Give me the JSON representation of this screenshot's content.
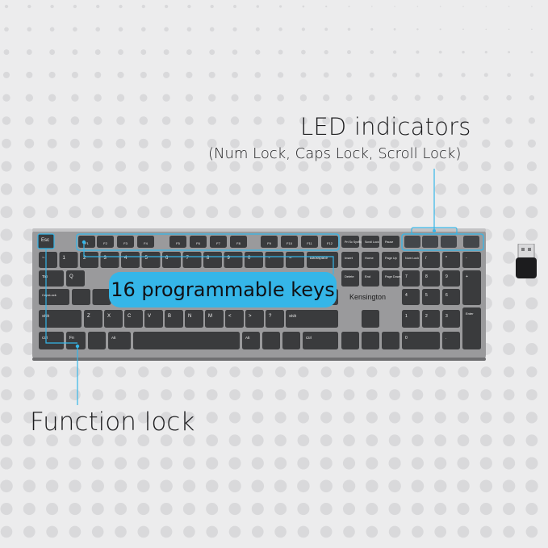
{
  "callouts": {
    "led_title": "LED indicators",
    "led_subtitle": "(Num Lock, Caps Lock, Scroll Lock)",
    "programmable": "16 programmable keys",
    "function_lock": "Function lock"
  },
  "keyboard": {
    "brand": "Kensington",
    "keys": {
      "esc": "Esc",
      "f": [
        "F1",
        "F2",
        "F3",
        "F4",
        "F5",
        "F6",
        "F7",
        "F8",
        "F9",
        "F10",
        "F11",
        "F12"
      ],
      "prtsc": "Prt Sc SysRq",
      "scroll": "Scroll Lock",
      "pause": "Pause",
      "number_row": [
        "~",
        "1",
        "2",
        "3",
        "4",
        "5",
        "6",
        "7",
        "8",
        "9",
        "0",
        "-",
        "="
      ],
      "backspace": "Backspace",
      "insert": "Insert",
      "home": "Home",
      "pgup": "Page Up",
      "numlock": "Num Lock",
      "tab": "Tab",
      "q": "Q",
      "delete": "Delete",
      "end": "End",
      "pgdn": "Page Down",
      "capslock": "CapsLock",
      "shift": "Shift",
      "ctrl": "Ctrl",
      "fn": "Fn",
      "alt": "Alt",
      "enter": "Enter",
      "bottom_letters": [
        "Z",
        "X",
        "C",
        "V",
        "B",
        "N",
        "M",
        "<",
        ">",
        "?"
      ]
    }
  },
  "colors": {
    "accent": "#35b6e8",
    "keyboard_body": "#9a9a9c",
    "key": "#3a3b3d",
    "background": "#ececed"
  }
}
